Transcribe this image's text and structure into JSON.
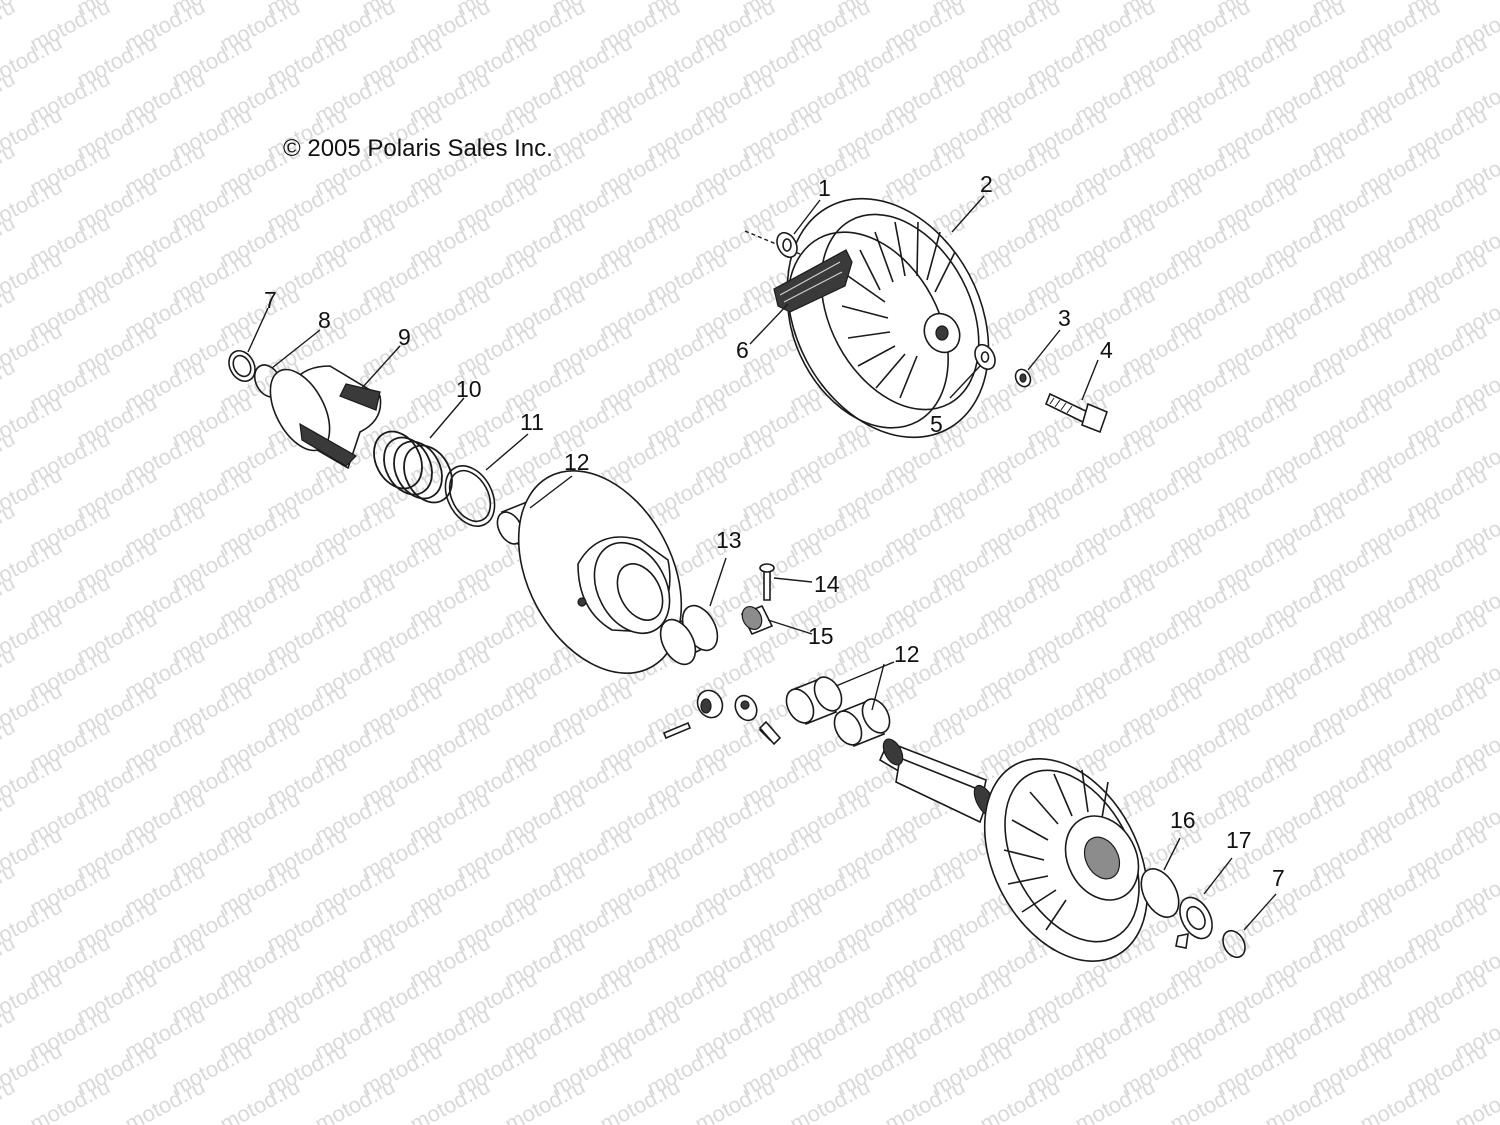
{
  "copyright": "© 2005 Polaris Sales Inc.",
  "watermark": "motod.ru",
  "colors": {
    "line": "#1a1a1a",
    "watermark": "#d9d9d9",
    "background": "#ffffff"
  },
  "callouts": {
    "c1": "1",
    "c2": "2",
    "c3": "3",
    "c4": "4",
    "c5": "5",
    "c6": "6",
    "c7a": "7",
    "c8": "8",
    "c9": "9",
    "c10": "10",
    "c11": "11",
    "c12a": "12",
    "c13": "13",
    "c14": "14",
    "c15": "15",
    "c12b": "12",
    "c16": "16",
    "c17": "17",
    "c7b": "7"
  }
}
